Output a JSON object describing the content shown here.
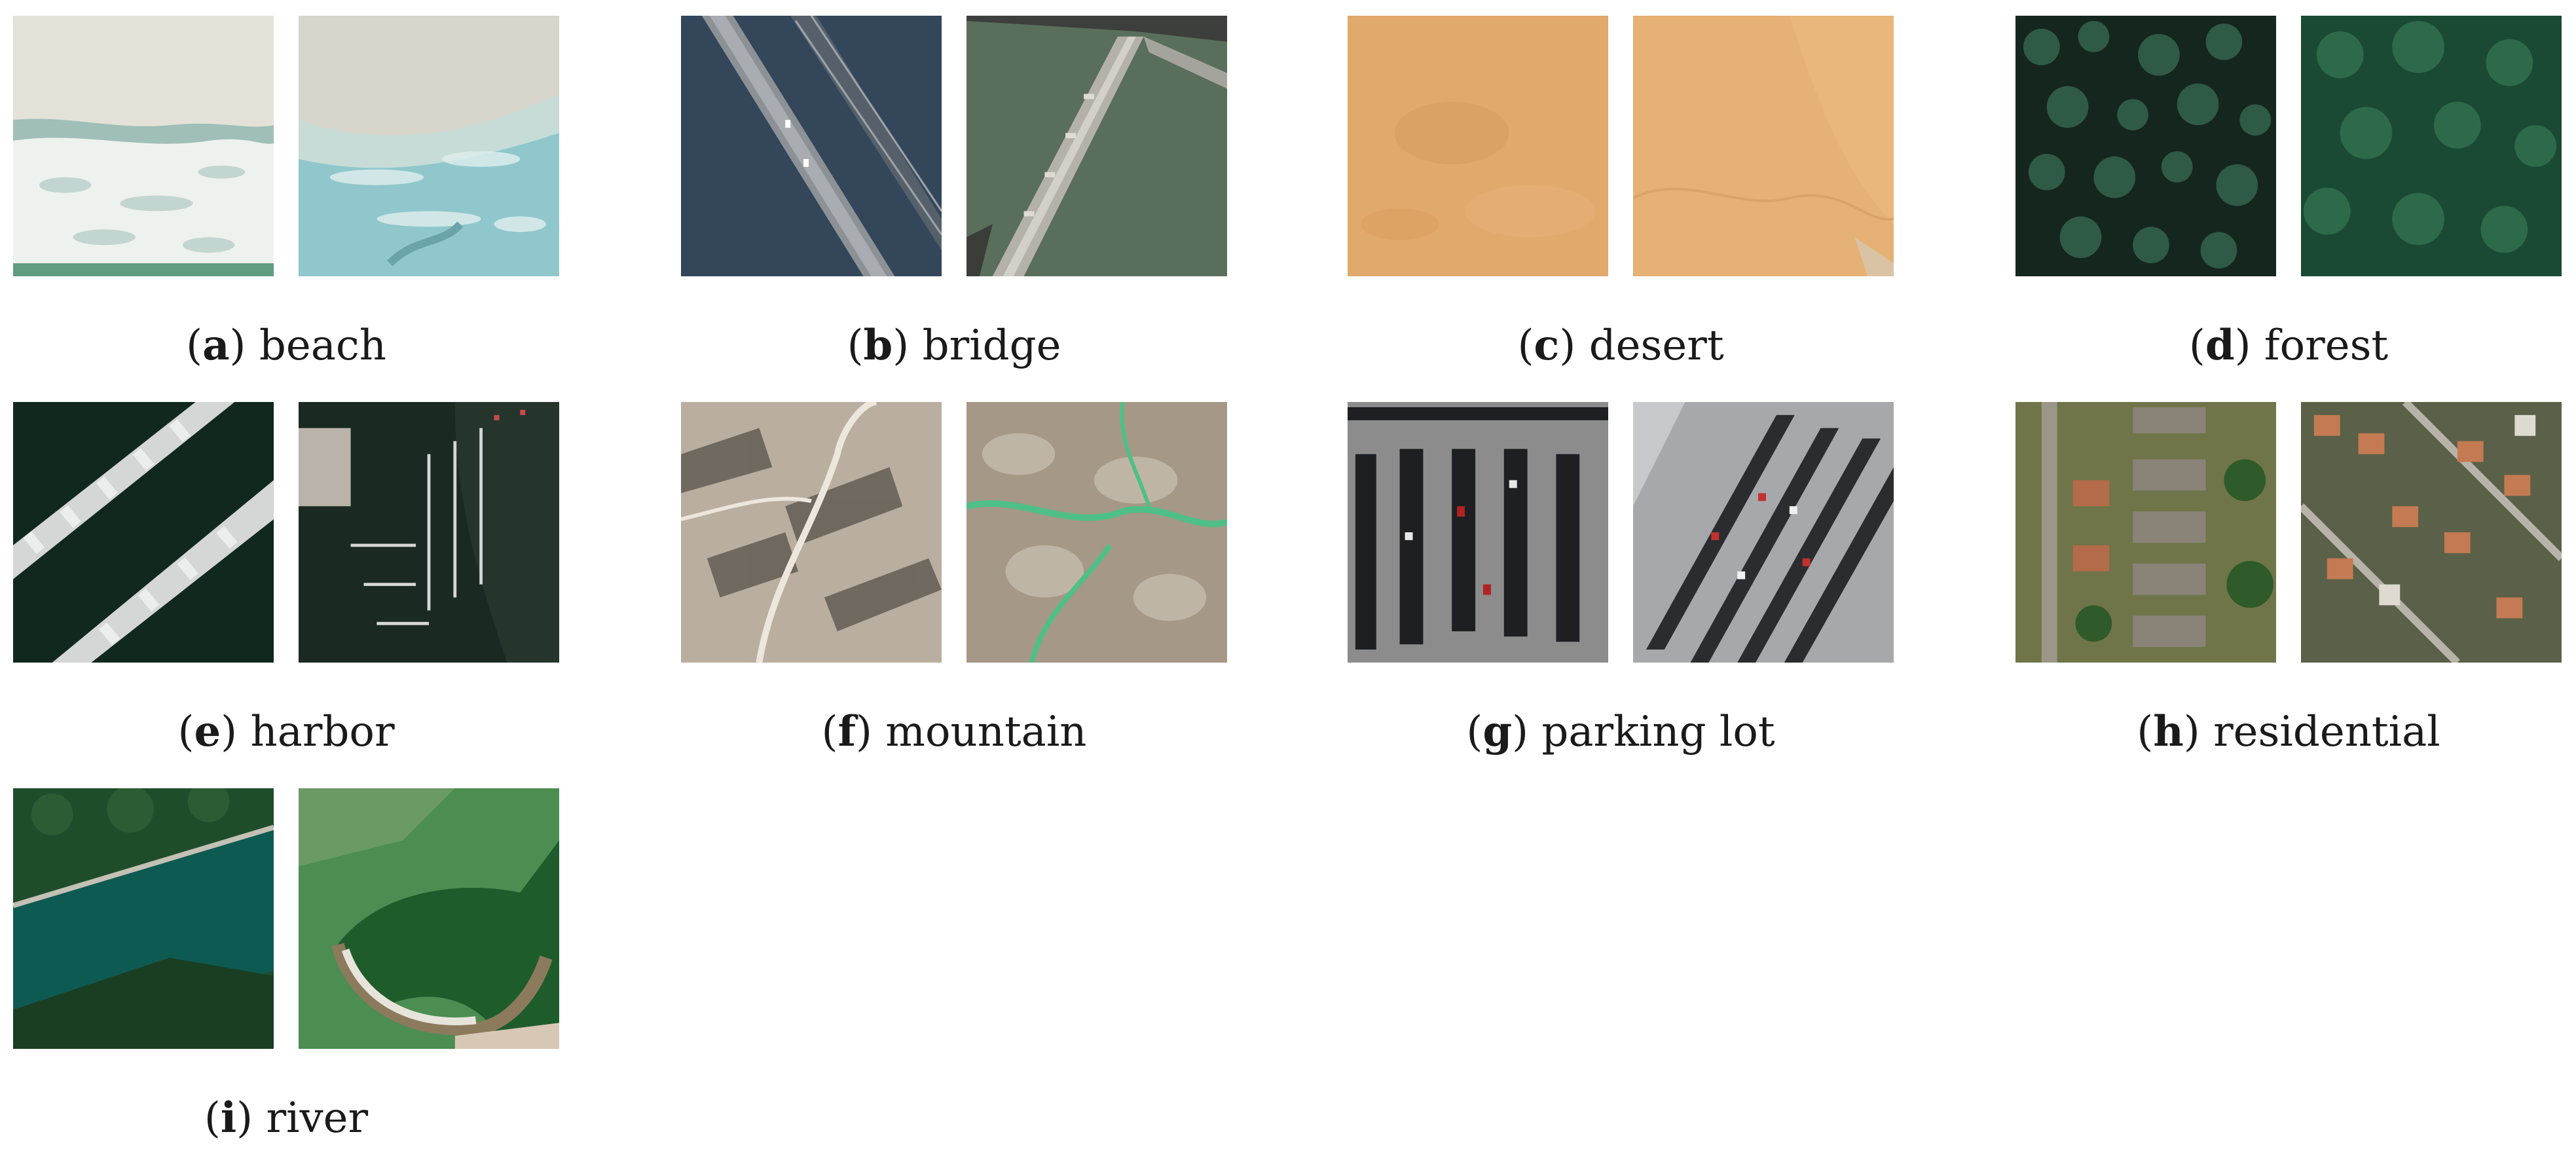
{
  "panels": [
    {
      "letter": "a",
      "label": "beach"
    },
    {
      "letter": "b",
      "label": "bridge"
    },
    {
      "letter": "c",
      "label": "desert"
    },
    {
      "letter": "d",
      "label": "forest"
    },
    {
      "letter": "e",
      "label": "harbor"
    },
    {
      "letter": "f",
      "label": "mountain"
    },
    {
      "letter": "g",
      "label": "parking lot"
    },
    {
      "letter": "h",
      "label": "residential"
    },
    {
      "letter": "i",
      "label": "river"
    }
  ]
}
